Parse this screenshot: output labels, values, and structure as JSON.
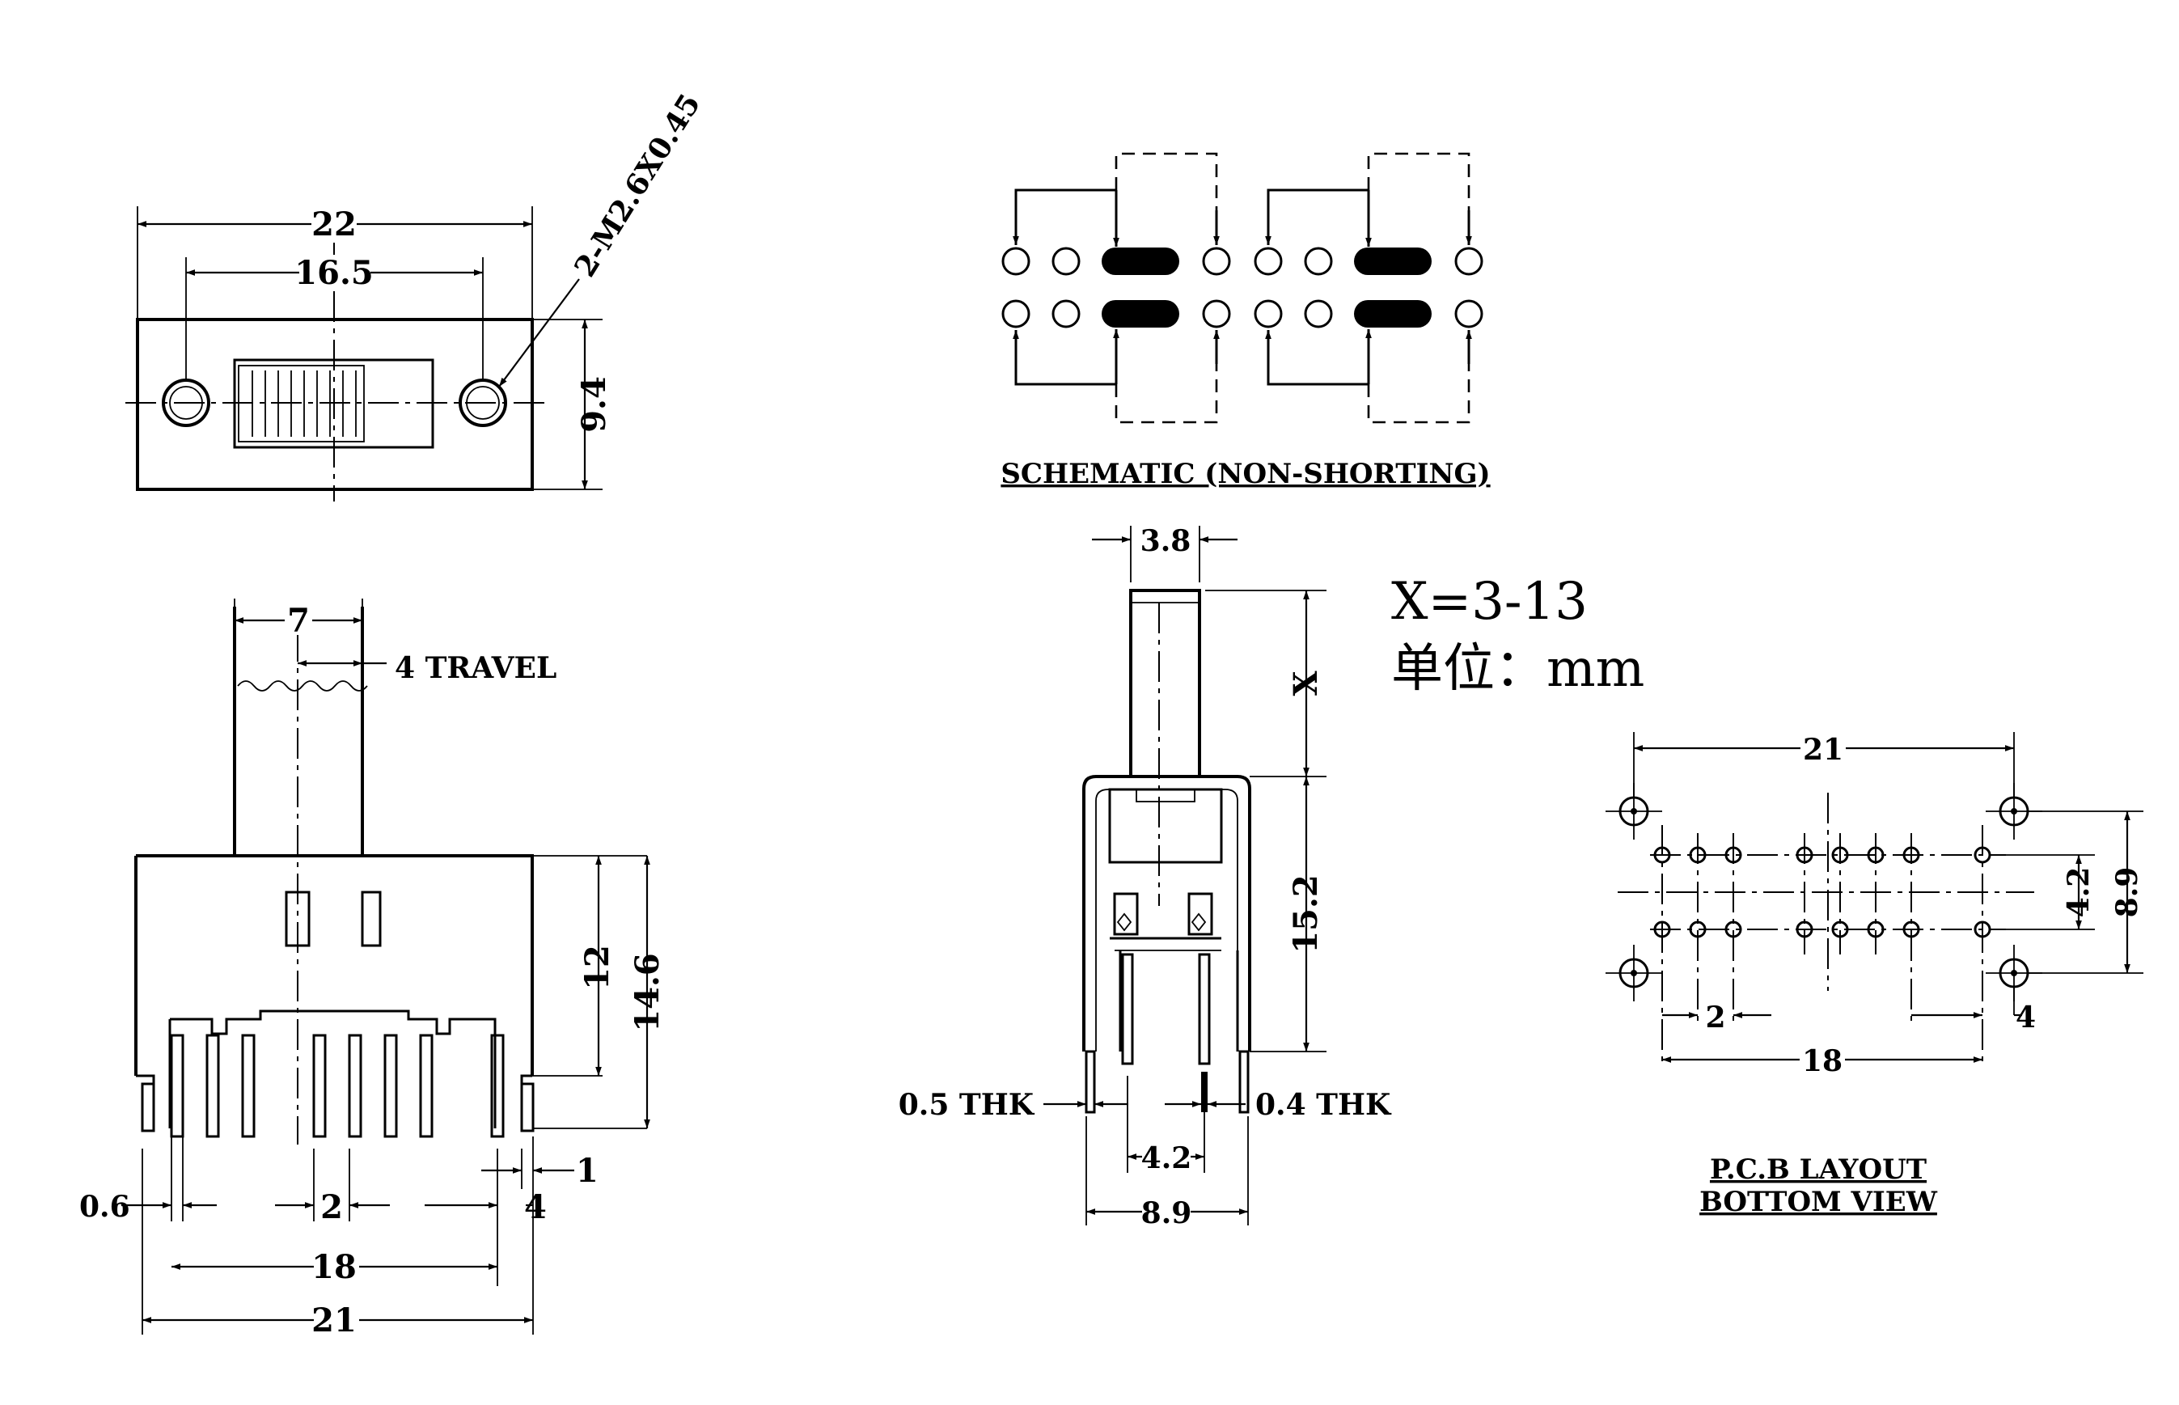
{
  "top_view": {
    "dim_width": "22",
    "dim_hole_spacing": "16.5",
    "dim_height": "9.4",
    "screw_callout": "2-M2.6X0.45"
  },
  "schematic": {
    "title": "SCHEMATIC (NON-SHORTING)"
  },
  "front_view": {
    "dim_handle_width": "7",
    "travel_label": "4 TRAVEL",
    "dim_body_height": "12",
    "dim_overall_height": "14.6",
    "dim_pin_pitch": "2",
    "dim_pin_thk": "0.6",
    "dim_side": "4",
    "dim_offset": "1",
    "dim_pin_span": "18",
    "dim_total_width": "21"
  },
  "side_view": {
    "dim_handle_width": "3.8",
    "dim_handle_height": "X",
    "dim_body_height": "15.2",
    "thk_left": "0.5 THK",
    "thk_right": "0.4 THK",
    "dim_pin_spacing": "4.2",
    "dim_width": "8.9"
  },
  "notes": {
    "x_range": "X=3-13",
    "units": "单位：mm"
  },
  "pcb_layout": {
    "dim_mount_spacing": "21",
    "dim_row_spacing": "4.2",
    "dim_mount_height": "8.9",
    "dim_pitch": "2",
    "dim_gap": "4",
    "dim_span": "18",
    "title_line1": "P.C.B LAYOUT",
    "title_line2": "BOTTOM VIEW"
  },
  "colors": {
    "line": "#000000",
    "background": "#ffffff"
  }
}
